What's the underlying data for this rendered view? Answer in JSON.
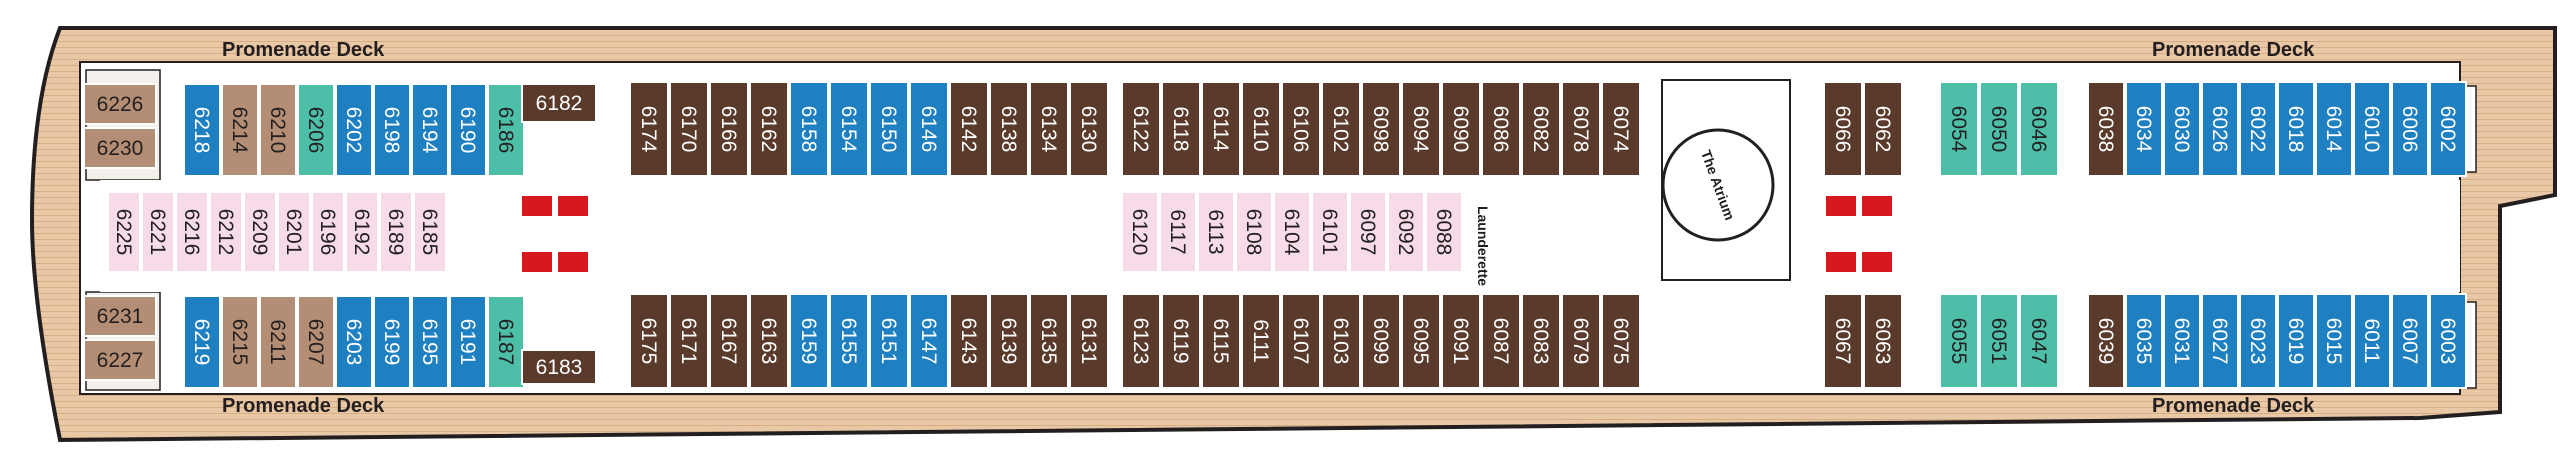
{
  "deck_labels": {
    "top_left": "Promenade Deck",
    "top_right": "Promenade Deck",
    "bottom_left": "Promenade Deck",
    "bottom_right": "Promenade Deck"
  },
  "venues": {
    "atrium": "The Atrium",
    "launderette": "Launderette"
  },
  "colors": {
    "hull_outline": "#231f20",
    "deck_wood": "#e8c9a8",
    "inside_stateroom": "#f7dbe9",
    "ocean_view": "#1e7fc1",
    "verandah": "#5a3a2a",
    "suite": "#4dbfa8",
    "crew_area": "#b48e74",
    "corridor": "#ffffff",
    "elevator": "#d7181f"
  },
  "legend_icons": {
    "accessible": "circle-x-icon",
    "connecting": "triangle-icon",
    "third_berth": "dot-icon"
  },
  "cabins": {
    "top_left_block": [
      "6226",
      "6230",
      "6218",
      "6214",
      "6210",
      "6206",
      "6202",
      "6198",
      "6194",
      "6190",
      "6186",
      "6182"
    ],
    "top_mid_block": [
      "6174",
      "6170",
      "6166",
      "6162",
      "6158",
      "6154",
      "6150",
      "6146",
      "6142",
      "6138",
      "6134",
      "6130"
    ],
    "top_center_block": [
      "6122",
      "6118",
      "6114",
      "6110",
      "6106",
      "6102",
      "6098",
      "6094",
      "6090",
      "6086",
      "6082",
      "6078",
      "6074"
    ],
    "top_fwd_block": [
      "6066",
      "6062",
      "6054",
      "6050",
      "6046"
    ],
    "top_bow_block": [
      "6038",
      "6034",
      "6030",
      "6026",
      "6022",
      "6018",
      "6014",
      "6010",
      "6006",
      "6002"
    ],
    "inside_left": [
      "6225",
      "6221",
      "6216",
      "6212",
      "6209",
      "6201",
      "6196",
      "6192",
      "6189",
      "6185"
    ],
    "inside_center": [
      "6120",
      "6117",
      "6113",
      "6108",
      "6104",
      "6101",
      "6097",
      "6092",
      "6088"
    ],
    "bottom_left_block": [
      "6231",
      "6227",
      "6219",
      "6215",
      "6211",
      "6207",
      "6203",
      "6199",
      "6195",
      "6191",
      "6187",
      "6183"
    ],
    "bottom_mid_block": [
      "6175",
      "6171",
      "6167",
      "6163",
      "6159",
      "6155",
      "6151",
      "6147",
      "6143",
      "6139",
      "6135",
      "6131"
    ],
    "bottom_center_block": [
      "6123",
      "6119",
      "6115",
      "6111",
      "6107",
      "6103",
      "6099",
      "6095",
      "6091",
      "6087",
      "6083",
      "6079",
      "6075"
    ],
    "bottom_fwd_block": [
      "6067",
      "6063",
      "6055",
      "6051",
      "6047"
    ],
    "bottom_bow_block": [
      "6039",
      "6035",
      "6031",
      "6027",
      "6023",
      "6019",
      "6015",
      "6011",
      "6007",
      "6003"
    ]
  }
}
